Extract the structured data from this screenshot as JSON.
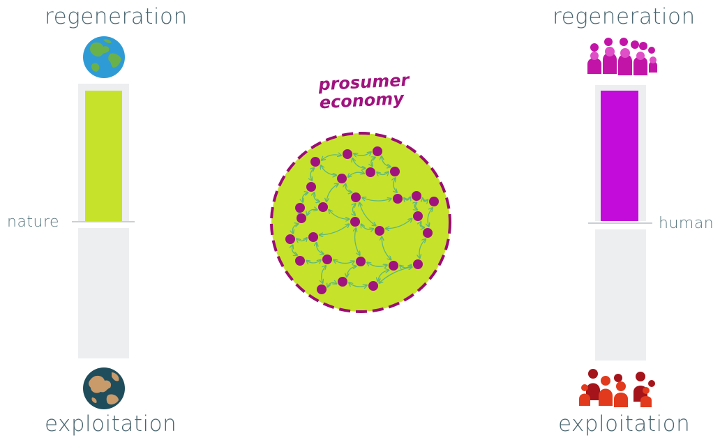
{
  "left_scale": {
    "top_label": "regeneration",
    "middle_label": "nature",
    "bottom_label": "exploitation",
    "top_icon": "healthy-earth-icon",
    "bottom_icon": "depleted-earth-icon",
    "fill_color": "#c6e22b",
    "fill_level": 1.0
  },
  "right_scale": {
    "top_label": "regeneration",
    "middle_label": "human",
    "bottom_label": "exploitation",
    "top_icon": "thriving-people-icon",
    "bottom_icon": "exploited-people-icon",
    "fill_color": "#c30cd9",
    "fill_level": 1.0
  },
  "center": {
    "title_line1": "prosumer",
    "title_line2": "economy",
    "circle_color": "#c6e22b",
    "border_color": "#9a0d74",
    "node_color": "#a0137f",
    "arrow_color": "#5fb87a"
  },
  "colors": {
    "label_text": "#4a6670",
    "tower_bg": "#eceef0",
    "earth_water_healthy": "#2f9bd6",
    "earth_land_healthy": "#6ab14a",
    "earth_water_depleted": "#1f4d5c",
    "earth_land_depleted": "#c99a6a",
    "people_regen": "#c215a8",
    "people_exploit": "#e23a1c"
  }
}
